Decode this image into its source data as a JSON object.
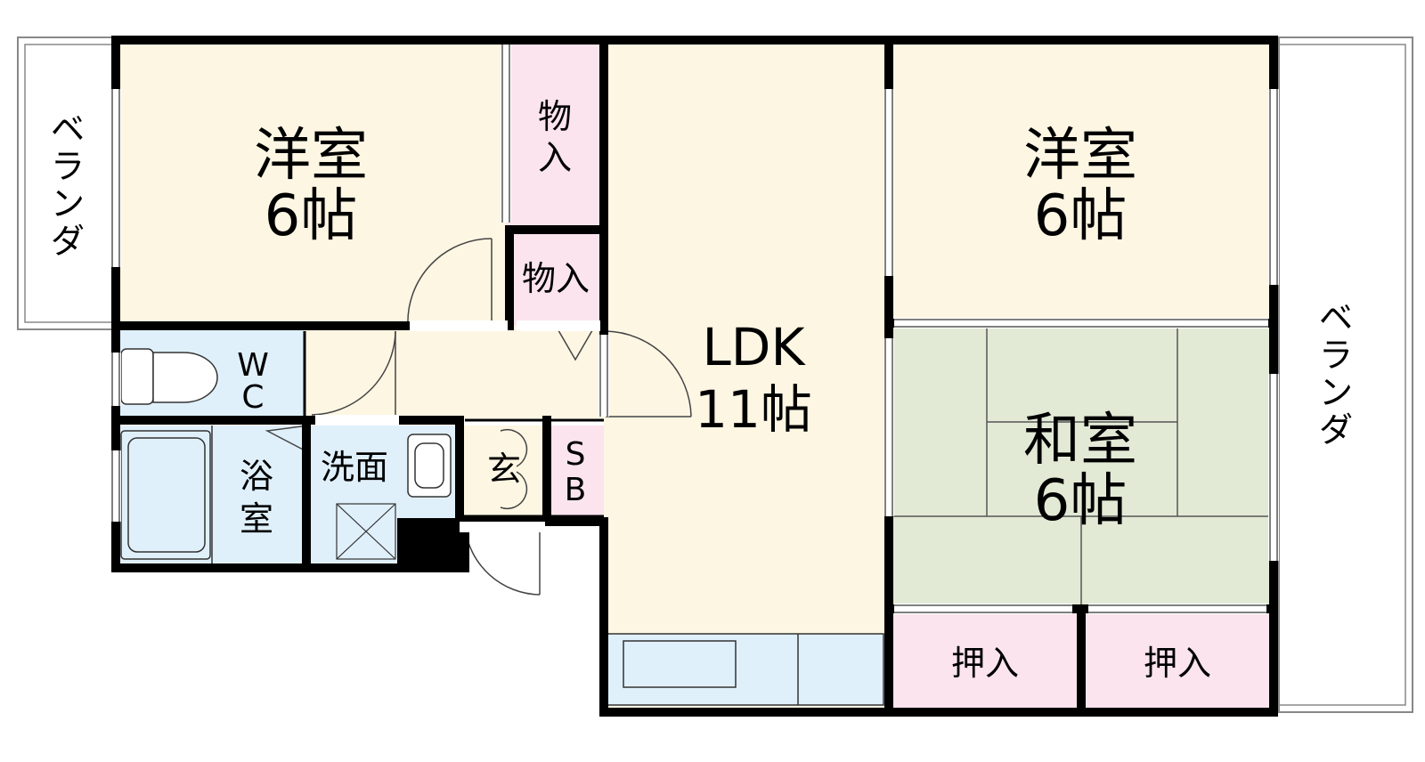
{
  "colors": {
    "bedroom": "#fdf6e3",
    "ldk": "#fdf6e3",
    "storage": "#fbe4ee",
    "wet_area": "#e0f0fb",
    "tatami": "#e2ead6",
    "wall": "#000000",
    "balcony_outline": "#888888"
  },
  "rooms": {
    "western_left": {
      "name": "洋室",
      "size": "6帖"
    },
    "western_right": {
      "name": "洋室",
      "size": "6帖"
    },
    "ldk": {
      "name": "LDK",
      "size": "11帖"
    },
    "japanese": {
      "name": "和室",
      "size": "6帖"
    },
    "closet_top": {
      "label_line1": "物",
      "label_line2": "入"
    },
    "closet_mid": {
      "label": "物入"
    },
    "toilet": {
      "line1": "W",
      "line2": "C"
    },
    "bath": {
      "line1": "浴",
      "line2": "室"
    },
    "washroom": {
      "label": "洗面"
    },
    "entrance": {
      "label": "玄"
    },
    "shoe_box": {
      "line1": "S",
      "line2": "B"
    },
    "oshiire_left": {
      "label": "押入"
    },
    "oshiire_right": {
      "label": "押入"
    }
  },
  "balcony_left": {
    "chars": [
      "ベ",
      "ラ",
      "ン",
      "ダ"
    ]
  },
  "balcony_right": {
    "chars": [
      "ベ",
      "ラ",
      "ン",
      "ダ"
    ]
  }
}
